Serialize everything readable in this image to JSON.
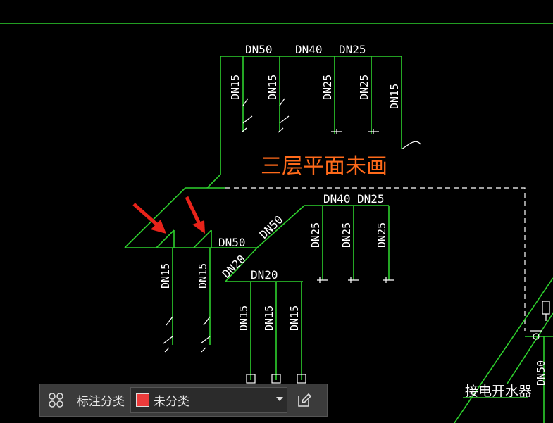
{
  "drawing": {
    "note": "三层平面未画",
    "top_branch": {
      "dn50": "DN50",
      "dn40": "DN40",
      "dn25": "DN25"
    },
    "top_risers": [
      "DN15",
      "DN15",
      "DN25",
      "DN25",
      "DN15"
    ],
    "mid_branch": {
      "dn40": "DN40",
      "dn25": "DN25"
    },
    "mid_risers": [
      "DN25",
      "DN25",
      "DN25"
    ],
    "main_labels": {
      "dn50": "DN50",
      "dn50_diag": "DN50",
      "dn20_diag": "DN20",
      "dn20": "DN20"
    },
    "left_risers": [
      "DN15",
      "DN15"
    ],
    "bottom_risers": [
      "DN15",
      "DN15",
      "DN15"
    ],
    "right_riser": "DN50",
    "heater_label": "接电开水器",
    "colors": {
      "pipe": "#2ed12e",
      "note": "#ff6a1a",
      "arrow": "#e8231a",
      "background": "#000000"
    }
  },
  "toolbar": {
    "grid_icon": "grid-icon",
    "category_label": "标注分类",
    "selected": "未分类",
    "selected_color": "#ec3b3b",
    "edit_icon": "edit-icon"
  }
}
